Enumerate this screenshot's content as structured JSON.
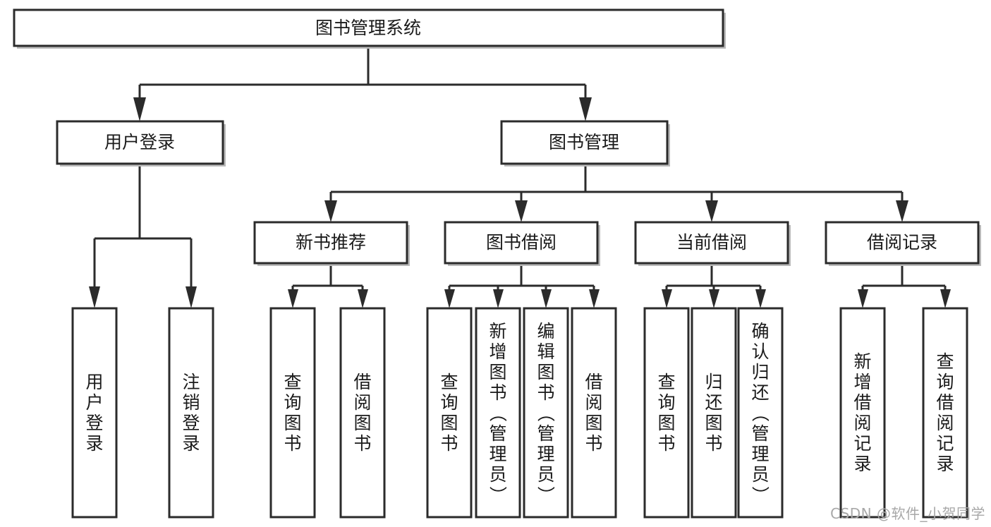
{
  "diagram": {
    "type": "tree",
    "title": "图书管理系统",
    "orientation": "top-down",
    "root": {
      "id": "root",
      "label": "图书管理系统",
      "level": 0,
      "orientation": "horizontal"
    },
    "level1": [
      {
        "id": "user-login",
        "label": "用户登录",
        "orientation": "horizontal"
      },
      {
        "id": "book-manage",
        "label": "图书管理",
        "orientation": "horizontal"
      }
    ],
    "level2": [
      {
        "id": "new-book-rec",
        "label": "新书推荐",
        "parent": "book-manage",
        "orientation": "horizontal"
      },
      {
        "id": "book-borrow",
        "label": "图书借阅",
        "parent": "book-manage",
        "orientation": "horizontal"
      },
      {
        "id": "current-borrow",
        "label": "当前借阅",
        "parent": "book-manage",
        "orientation": "horizontal"
      },
      {
        "id": "borrow-record",
        "label": "借阅记录",
        "parent": "book-manage",
        "orientation": "horizontal"
      }
    ],
    "leaves": [
      {
        "id": "leaf-user-login",
        "label": "用户登录",
        "parent": "user-login",
        "orientation": "vertical"
      },
      {
        "id": "leaf-user-logout",
        "label": "注销登录",
        "parent": "user-login",
        "orientation": "vertical"
      },
      {
        "id": "leaf-rec-query",
        "label": "查询图书",
        "parent": "new-book-rec",
        "orientation": "vertical"
      },
      {
        "id": "leaf-rec-borrow",
        "label": "借阅图书",
        "parent": "new-book-rec",
        "orientation": "vertical"
      },
      {
        "id": "leaf-borrow-query",
        "label": "查询图书",
        "parent": "book-borrow",
        "orientation": "vertical"
      },
      {
        "id": "leaf-borrow-add",
        "label": "新增图书（管理员）",
        "parent": "book-borrow",
        "orientation": "vertical"
      },
      {
        "id": "leaf-borrow-edit",
        "label": "编辑图书（管理员）",
        "parent": "book-borrow",
        "orientation": "vertical"
      },
      {
        "id": "leaf-borrow-lend",
        "label": "借阅图书",
        "parent": "book-borrow",
        "orientation": "vertical"
      },
      {
        "id": "leaf-cur-query",
        "label": "查询图书",
        "parent": "current-borrow",
        "orientation": "vertical"
      },
      {
        "id": "leaf-cur-return",
        "label": "归还图书",
        "parent": "current-borrow",
        "orientation": "vertical"
      },
      {
        "id": "leaf-cur-confirm",
        "label": "确认归还（管理员）",
        "parent": "current-borrow",
        "orientation": "vertical"
      },
      {
        "id": "leaf-rec-add",
        "label": "新增借阅记录",
        "parent": "borrow-record",
        "orientation": "vertical"
      },
      {
        "id": "leaf-rec-search",
        "label": "查询借阅记录",
        "parent": "borrow-record",
        "orientation": "vertical"
      }
    ],
    "colors": {
      "box_stroke": "#2b2b2b",
      "box_fill": "#ffffff",
      "text": "#1a1a1a",
      "shadow": "#b9b9b9",
      "background": "#ffffff",
      "watermark": "#a8a8a8"
    }
  },
  "watermark": {
    "text": "CSDN @软件_小贺同学"
  }
}
